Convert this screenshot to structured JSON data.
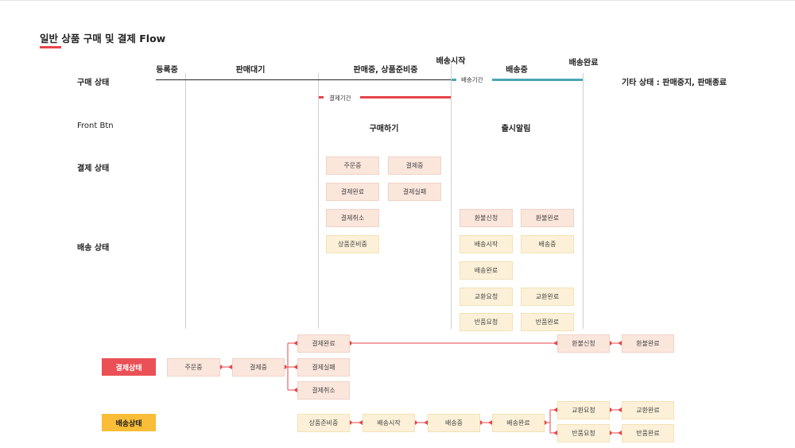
{
  "page": {
    "title": "일반 상품 구매 및 결제 Flow"
  },
  "stages": {
    "registered": "등록중",
    "waiting": "판매대기",
    "selling": "판매중, 상품준비중",
    "ship_start": "배송시작",
    "shipping": "배송중",
    "delivered": "배송완료"
  },
  "rows": {
    "purchase_status": "구매 상태",
    "front_btn": "Front Btn",
    "payment_status": "결제 상태",
    "shipping_status": "배송 상태"
  },
  "periods": {
    "shipping_period": "배송기간",
    "payment_period": "결제기간"
  },
  "other_status": "기타 상태 : 판매중지, 판매종료",
  "front_buttons": {
    "buy": "구매하기",
    "release_alert": "출시알림"
  },
  "payment_boxes": {
    "ordering": "주문중",
    "paying": "결제중",
    "paid": "결제완료",
    "payment_failed": "결제실패",
    "payment_cancelled": "결제취소"
  },
  "shipping_boxes": {
    "preparing": "상품준비중",
    "refund_request": "환불신청",
    "refund_done": "환불완료",
    "ship_start": "배송시작",
    "shipping": "배송중",
    "delivered": "배송완료",
    "exchange_request": "교환요청",
    "exchange_done": "교환완료",
    "return_request": "반품요청",
    "return_done": "반품완료"
  },
  "flow": {
    "payment_legend": "결제상태",
    "shipping_legend": "배송상태",
    "ordering": "주문중",
    "paying": "결제중",
    "paid": "결제완료",
    "payment_failed": "결제실패",
    "payment_cancelled": "결제취소",
    "refund_request": "환불신청",
    "refund_done": "환불완료",
    "preparing": "상품준비중",
    "ship_start": "배송시작",
    "shipping": "배송중",
    "delivered": "배송완료",
    "exchange_request": "교환요청",
    "exchange_done": "교환완료",
    "return_request": "반품요청",
    "return_done": "반품완료"
  },
  "colors": {
    "accent_red": "#e8444a",
    "period_blue": "#49a6b3",
    "pink_box": "#fbe6dc",
    "yellow_box": "#fcf1d8",
    "legend_yellow": "#f9bd38"
  }
}
